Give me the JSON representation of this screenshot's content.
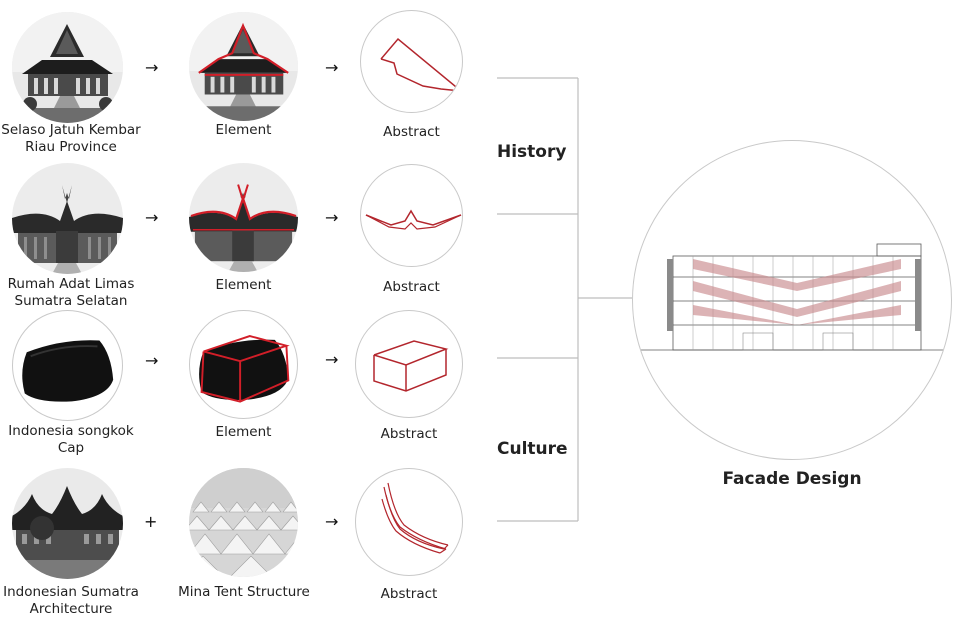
{
  "rows": [
    {
      "source": "Selaso Jatuh Kembar\nRiau Province",
      "middle": "Element",
      "abstract": "Abstract",
      "op": "→"
    },
    {
      "source": "Rumah Adat Limas\nSumatra Selatan",
      "middle": "Element",
      "abstract": "Abstract",
      "op": "→"
    },
    {
      "source": "Indonesia songkok\nCap",
      "middle": "Element",
      "abstract": "Abstract",
      "op": "→"
    },
    {
      "source": "Indonesian Sumatra\nArchitecture",
      "middle": "Mina Tent Structure",
      "abstract": "Abstract",
      "op": "+"
    }
  ],
  "arrow_after_middle": "→",
  "groups": {
    "history": "History",
    "culture": "Culture"
  },
  "result": {
    "title": "Facade Design"
  },
  "colors": {
    "accent": "#b3262d",
    "line": "#bdbdbd",
    "dark": "#111111"
  }
}
